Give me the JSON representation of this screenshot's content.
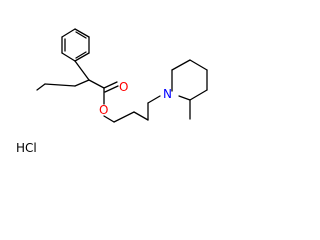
{
  "molecule": {
    "atoms": {
      "oxygen_carbonyl": "O",
      "oxygen_ester": "O",
      "nitrogen": "N",
      "salt": "HCl"
    },
    "colors": {
      "bond": "#000000",
      "oxygen": "#ff0000",
      "nitrogen": "#0000ff",
      "salt": "#000000"
    }
  }
}
